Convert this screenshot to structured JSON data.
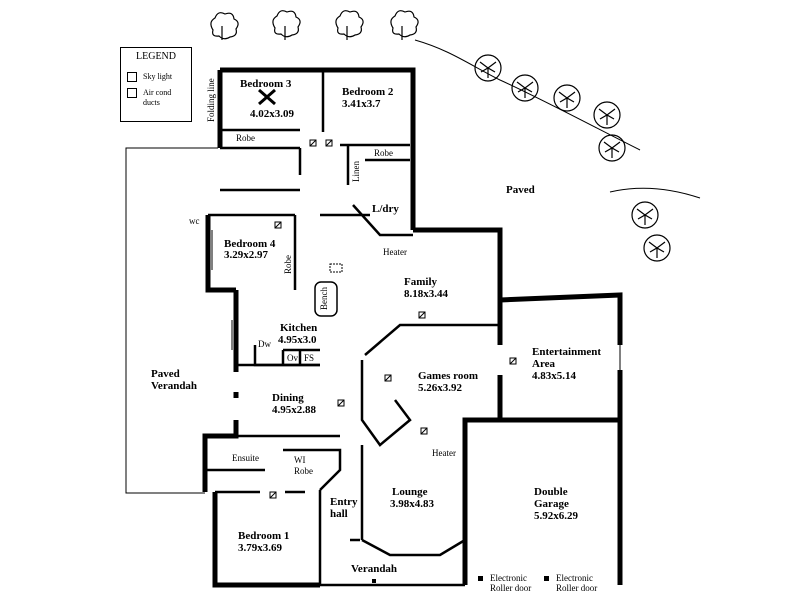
{
  "legend": {
    "title": "LEGEND",
    "sky_light": "Sky light",
    "air_cond_line1": "Air cond",
    "air_cond_line2": "ducts"
  },
  "rooms": {
    "bed3": {
      "name": "Bedroom 3",
      "dim": "4.02x3.09"
    },
    "bed2": {
      "name": "Bedroom 2",
      "dim": "3.41x3.7"
    },
    "bed4": {
      "name": "Bedroom 4",
      "dim": "3.29x2.97"
    },
    "bed1": {
      "name": "Bedroom 1",
      "dim": "3.79x3.69"
    },
    "family": {
      "name": "Family",
      "dim": "8.18x3.44"
    },
    "kitchen": {
      "name": "Kitchen",
      "dim": "4.95x3.0"
    },
    "dining": {
      "name": "Dining",
      "dim": "4.95x2.88"
    },
    "games": {
      "name": "Games room",
      "dim": "5.26x3.92"
    },
    "ent_line1": "Entertainment",
    "ent_line2": "Area",
    "ent_dim": "4.83x5.14",
    "lounge": {
      "name": "Lounge",
      "dim": "3.98x4.83"
    },
    "garage_line1": "Double",
    "garage_line2": "Garage",
    "garage_dim": "5.92x6.29",
    "entry_line1": "Entry",
    "entry_line2": "hall"
  },
  "labels": {
    "folding_line": "Folding line",
    "robe": "Robe",
    "linen": "Linen",
    "ldry": "L/dry",
    "heater": "Heater",
    "wc": "wc",
    "bench": "Bench",
    "dw": "Dw",
    "ov": "Ov",
    "fs": "FS",
    "ensuite": "Ensuite",
    "wi_robe_1": "WI",
    "wi_robe_2": "Robe",
    "paved": "Paved",
    "paved_verandah_1": "Paved",
    "paved_verandah_2": "Verandah",
    "verandah": "Verandah",
    "roller_1": "Electronic",
    "roller_2": "Roller door"
  }
}
